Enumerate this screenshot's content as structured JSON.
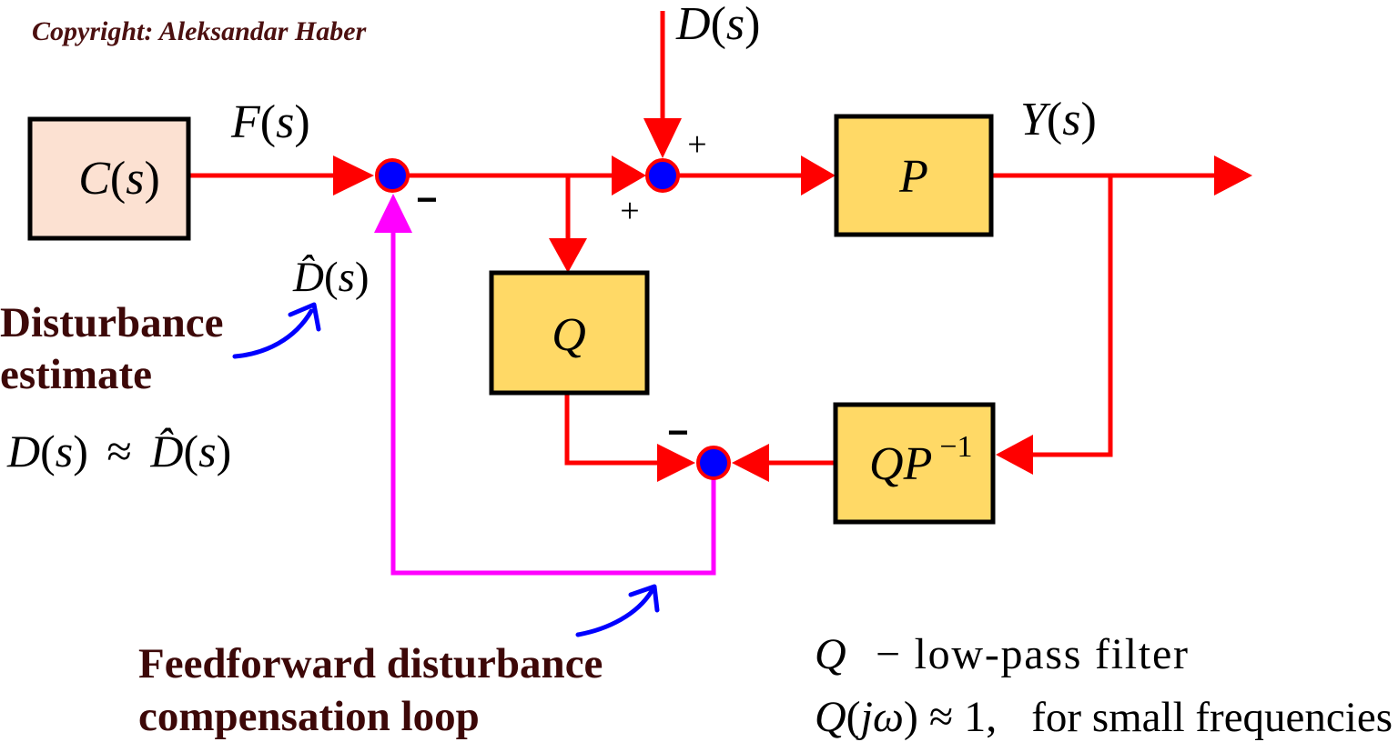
{
  "copyright": "Copyright: Aleksandar Haber",
  "blocks": {
    "controller": {
      "label": "C(s)"
    },
    "plant": {
      "label": "P"
    },
    "filter": {
      "label": "Q"
    },
    "inverse_filter": {
      "label": "QP",
      "superscript": "−1"
    }
  },
  "signals": {
    "controller_output": "F(s)",
    "disturbance": "D(s)",
    "plant_output": "Y(s)",
    "disturbance_estimate": "D̂(s)"
  },
  "junction_signs": {
    "first_junction_feedback": "−",
    "second_junction_disturbance": "+",
    "second_junction_input": "+",
    "third_junction_filter": "−"
  },
  "annotations": {
    "disturbance_estimate": {
      "lines": [
        "Disturbance",
        "estimate"
      ],
      "equation": "D(s) ≈ D̂(s)"
    },
    "compensation_loop": {
      "lines": [
        "Feedforward disturbance",
        "compensation loop"
      ]
    },
    "filter_note": {
      "symbol": "Q",
      "description": "− low-pass filter",
      "equation": "Q(jω) ≈ 1,",
      "condition": "for small frequencies"
    }
  },
  "colors": {
    "signal_line": "#ff0000",
    "compensation_loop_line": "#ff00ff",
    "junction_fill": "#0000ff",
    "block_fill": "#ffd966",
    "controller_block_fill": "#fce1d2",
    "annotation_text": "#3d0808",
    "copyright_text": "#4c1010",
    "annotation_arrow": "#0000ff"
  }
}
